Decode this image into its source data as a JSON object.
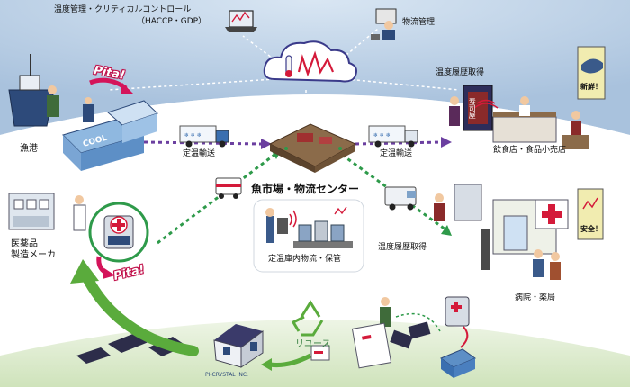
{
  "header": {
    "temp_mgmt": "温度管理・クリティカルコントロール",
    "haccp": "（HACCP・GDP）",
    "logistics_mgmt": "物流管理"
  },
  "nodes": {
    "fishing_port": "漁港",
    "pharma_line1": "医薬品",
    "pharma_line2": "製造メーカ",
    "fish_market": "魚市場・物流センター",
    "warehouse": "定温庫内物流・保管",
    "restaurant": "飲食店・食品小売店",
    "hospital": "病院・薬局",
    "reuse": "リユース"
  },
  "labels": {
    "transport_left": "定温輸送",
    "transport_right": "定温輸送",
    "history_top": "温度履歴取得",
    "history_bottom": "温度履歴取得",
    "pita_top": "Pita!",
    "pita_bottom": "Pita!",
    "sign_fresh": "新鮮！",
    "sign_safe": "安全！",
    "sign_sushi": "寿司屋",
    "company": "PI-CRYSTAL INC.",
    "cool_text": "COOL"
  },
  "colors": {
    "sky": "#b9cfe6",
    "ground": "#dfeccf",
    "cloud_line": "#3a3a8a",
    "purple_route": "#6b3fa0",
    "green_route": "#2e9a4a",
    "reuse_arrow": "#5aab3c",
    "pita_red": "#d4145a"
  }
}
